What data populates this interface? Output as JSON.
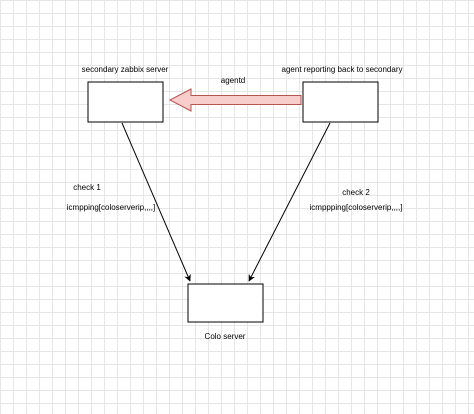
{
  "diagram": {
    "nodes": {
      "secondary": {
        "label": "secondary zabbix server"
      },
      "agent": {
        "label": "agent reporting back to secondary"
      },
      "colo": {
        "label": "Colo server"
      }
    },
    "edges": {
      "agentd": {
        "label": "agentd"
      },
      "check1": {
        "label": "check 1",
        "detail": "icmpping[coloserverip,,,,]"
      },
      "check2": {
        "label": "check 2",
        "detail": "icmppping[coloserverip,,,,]"
      }
    },
    "colors": {
      "box_stroke": "#000000",
      "box_fill": "#ffffff",
      "line": "#000000",
      "agentd_arrow_fill": "#f8cecc",
      "agentd_arrow_stroke": "#b85450"
    }
  }
}
